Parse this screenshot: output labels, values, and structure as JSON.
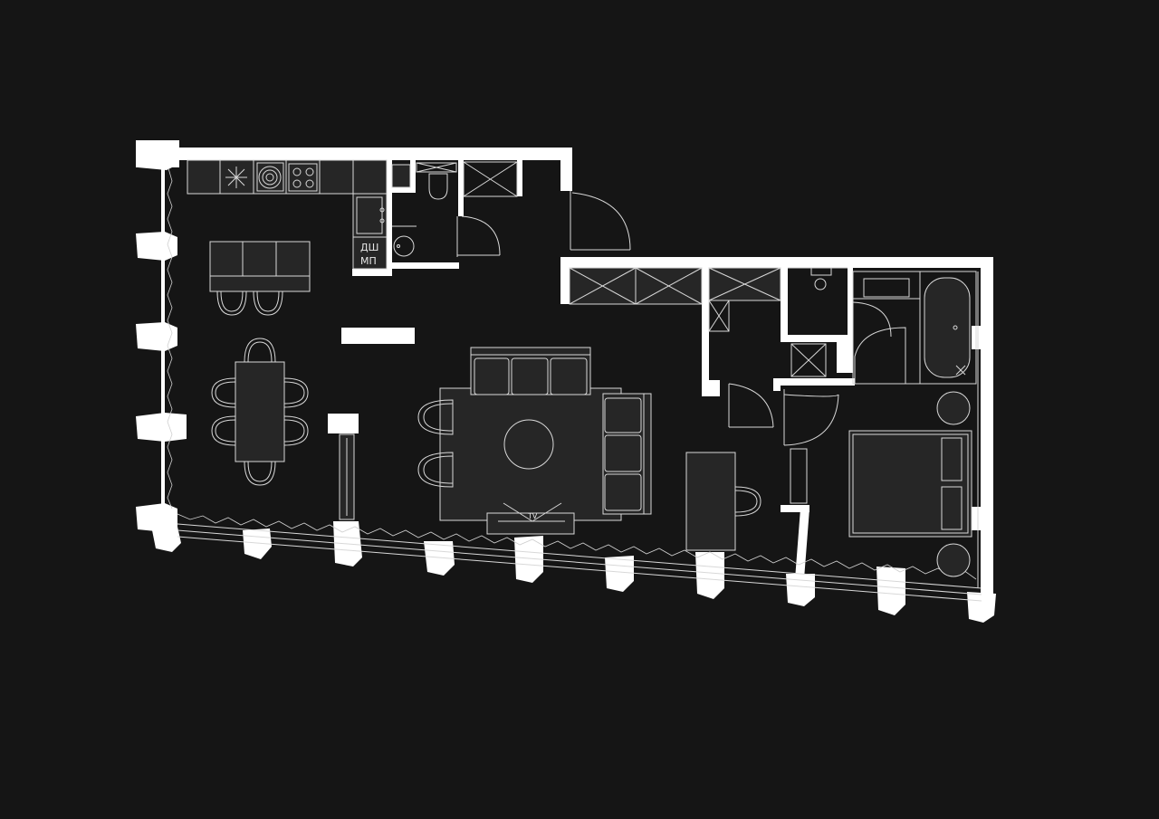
{
  "plan": {
    "background_color": "#151515",
    "wall_color": "#ffffff",
    "line_color": "#d8d8d8",
    "labels": {
      "dishwasher": "ДШ",
      "microwave": "МП",
      "tv": "TV"
    }
  }
}
